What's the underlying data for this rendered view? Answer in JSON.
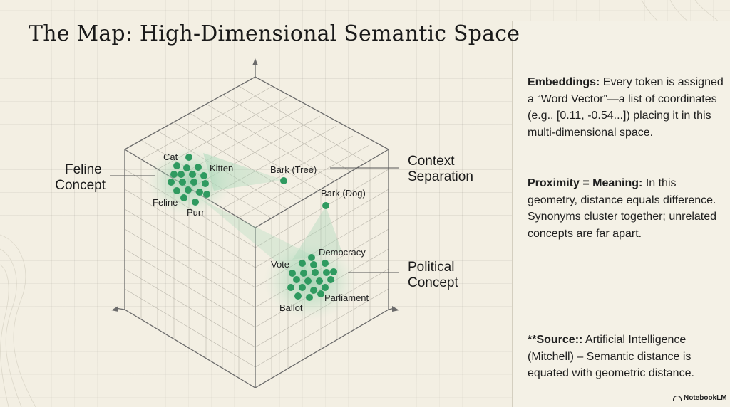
{
  "page": {
    "title": "The Map: High-Dimensional Semantic Space",
    "brand": "NotebookLM"
  },
  "diagram": {
    "concept_labels": {
      "feline": [
        "Feline",
        "Concept"
      ],
      "context": [
        "Context",
        "Separation"
      ],
      "political": [
        "Political",
        "Concept"
      ]
    },
    "word_labels": {
      "cat": "Cat",
      "kitten": "Kitten",
      "feline": "Feline",
      "purr": "Purr",
      "bark_tree": "Bark (Tree)",
      "bark_dog": "Bark (Dog)",
      "democracy": "Democracy",
      "vote": "Vote",
      "ballot": "Ballot",
      "parliament": "Parliament"
    },
    "colors": {
      "dot": "#2f9a60",
      "halo": "#8fcba6",
      "axis": "#6b6b6b"
    }
  },
  "panel": {
    "embeddings": {
      "heading": "Embeddings:",
      "text": " Every token is assigned a “Word Vector”—a list of coordinates (e.g., [0.11, -0.54...]) placing it in this multi-dimensional space."
    },
    "proximity": {
      "heading": "Proximity = Meaning:",
      "text": " In this geometry, distance equals difference. Synonyms cluster together; unrelated concepts are far apart."
    },
    "source": {
      "heading": "**Source::",
      "text": " Artificial Intelligence (Mitchell) – Semantic distance is equated with geometric distance."
    }
  }
}
